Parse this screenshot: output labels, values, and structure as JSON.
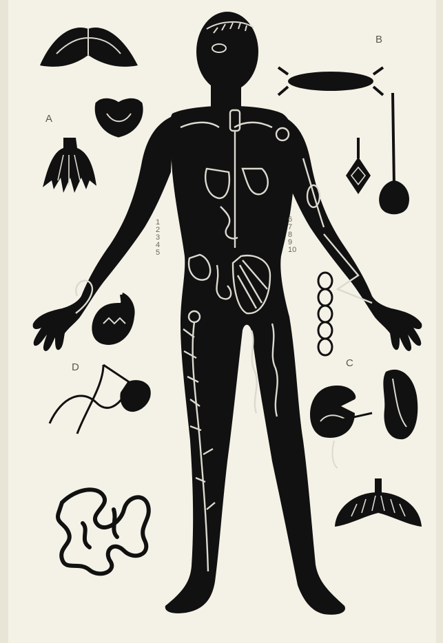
{
  "image": {
    "background_color": "#f4f1e6",
    "ink_color": "#111111",
    "line_color": "#dcdad0"
  },
  "letter_labels": [
    "A",
    "B",
    "C",
    "D"
  ],
  "number_labels": {
    "left_column": [
      "1",
      "2",
      "3",
      "4",
      "5"
    ],
    "right_column": [
      "6",
      "7",
      "8",
      "9",
      "10"
    ]
  }
}
